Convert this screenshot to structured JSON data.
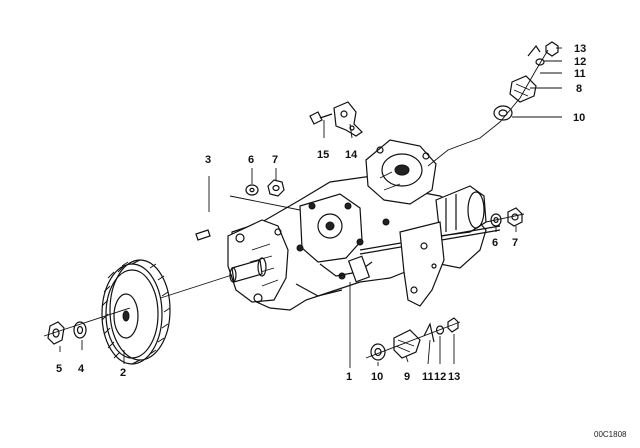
{
  "diagram": {
    "callouts": {
      "c1": "1",
      "c2": "2",
      "c3": "3",
      "c4": "4",
      "c5": "5",
      "c6a": "6",
      "c6b": "6",
      "c7a": "7",
      "c7b": "7",
      "c8": "8",
      "c9": "9",
      "c10a": "10",
      "c10b": "10",
      "c11a": "11",
      "c11b": "11",
      "c12a": "12",
      "c12b": "12",
      "c13a": "13",
      "c13b": "13",
      "c14": "14",
      "c15": "15"
    },
    "catalog_number": "00C1808"
  }
}
